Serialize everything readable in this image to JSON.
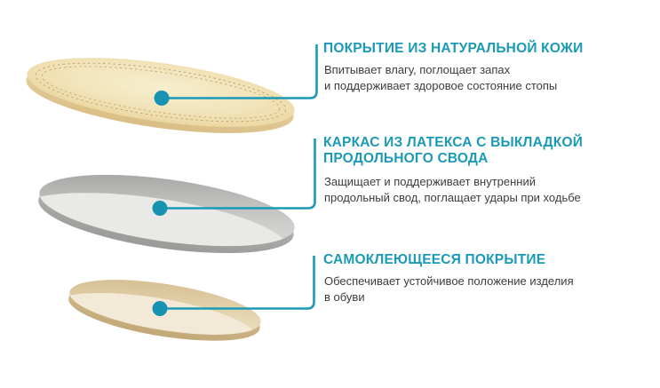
{
  "theme": {
    "accent": "#1b9ab8",
    "dot": "#1792b1",
    "text": "#3c3c3c",
    "background": "#ffffff"
  },
  "layers": [
    {
      "heading": "ПОКРЫТИЕ ИЗ НАТУРАЛЬНОЙ КОЖИ",
      "description": "Впитывает влагу, поглощает запах\nи поддерживает здоровое состояние стопы",
      "illustration": {
        "name": "leather-top-layer",
        "shape": "tilted-ellipse-with-stitched-edge",
        "fill": "#f2e4ba",
        "edge": "#ddc18b",
        "stitch": "#bfa06a"
      }
    },
    {
      "heading": "КАРКАС ИЗ ЛАТЕКСА С ВЫКЛАДКОЙ\nПРОДОЛЬНОГО СВОДА",
      "description": "Защищает и поддерживает внутренний\nпродольный свод, поглащает удары при ходьбе",
      "illustration": {
        "name": "latex-frame-layer",
        "shape": "tilted-ellipse",
        "fill": "#c6c6c4",
        "edge": "#a3a3a1",
        "highlight": "#e9e9e7"
      }
    },
    {
      "heading": "САМОКЛЕЮЩЕЕСЯ ПОКРЫТИЕ",
      "description": "Обеспечивает устойчивое положение изделия\nв обуви",
      "illustration": {
        "name": "self-adhesive-layer",
        "shape": "tilted-ellipse",
        "fill": "#e2d0a9",
        "edge": "#c3a97c",
        "highlight": "#f2ead6"
      }
    }
  ]
}
